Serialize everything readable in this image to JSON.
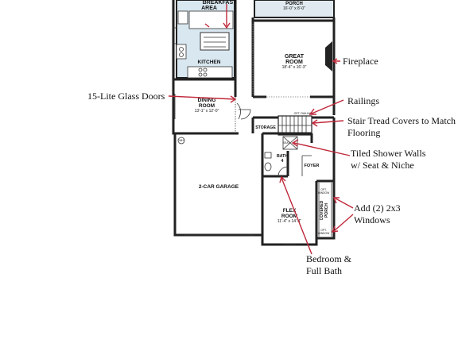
{
  "rooms": {
    "breakfast": {
      "name_line1": "BREAKFAST",
      "name_line2": "AREA"
    },
    "porch": {
      "name": "PORCH",
      "dims": "16'-0\" x 8'-0\""
    },
    "kitchen": {
      "name": "KITCHEN"
    },
    "great_room": {
      "name_line1": "GREAT",
      "name_line2": "ROOM",
      "dims": "18'-4\" x 16'-3\""
    },
    "dining": {
      "name_line1": "DINING",
      "name_line2": "ROOM",
      "dims": "13'-1\" x 12'-0\""
    },
    "storage": {
      "name": "STORAGE"
    },
    "garage": {
      "name": "2-CAR GARAGE"
    },
    "bath": {
      "name_line1": "BATH",
      "name_line2": "4"
    },
    "foyer": {
      "name": "FOYER"
    },
    "flex": {
      "name_line1": "FLEX",
      "name_line2": "ROOM",
      "dims": "11'-4\" x 14'-4\""
    },
    "covered_porch": {
      "name_line1": "COVERED",
      "name_line2": "PORCH"
    },
    "small": {
      "railing": "OPT. RAILING",
      "window_line1": "OPT.",
      "window_line2": "WINDOW",
      "shower": "SEAT",
      "wh": "WH"
    }
  },
  "callouts": {
    "fireplace": "Fireplace",
    "glass_doors": "15-Lite Glass Doors",
    "railings": "Railings",
    "stair_line1": "Stair Tread Covers to Match",
    "stair_line2": "Flooring",
    "shower_line1": "Tiled Shower Walls",
    "shower_line2": "w/ Seat & Niche",
    "windows_line1": "Add (2) 2x3",
    "windows_line2": "Windows",
    "bedroom_line1": "Bedroom &",
    "bedroom_line2": "Full Bath"
  },
  "colors": {
    "callout_arrow": "#c0283a",
    "kitchen_tint": "#d9e7f0",
    "porch_tint": "#dfe9ef"
  }
}
